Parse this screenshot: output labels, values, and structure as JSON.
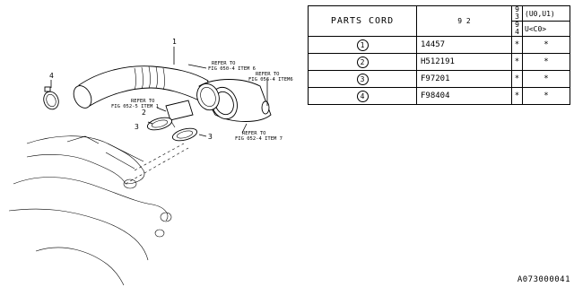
{
  "callouts": {
    "ref_1": "REFER TO",
    "ref_1b": "FIG 050-4 ITEM 6",
    "ref_2": "REFER TO",
    "ref_2b": "FIG 056-4 ITEM6",
    "ref_3": "REFER TO",
    "ref_3b": "FIG 052-5 ITEM 1",
    "ref_4": "REFER TO",
    "ref_4b": "FIG 052-4 ITEM 7",
    "n1": "1",
    "n2": "2",
    "n3a": "3",
    "n3b": "3",
    "n4": "4"
  },
  "table": {
    "title": "PARTS CORD",
    "year_col_a": "9 2",
    "year_col_b": "9 3",
    "year_col_c": "9 4",
    "model_a": "(U0,U1)",
    "model_b": "U<C0>",
    "rows": [
      {
        "idx": "1",
        "part": "14457",
        "m1": "*",
        "m2": "*"
      },
      {
        "idx": "2",
        "part": "H512191",
        "m1": "*",
        "m2": "*"
      },
      {
        "idx": "3",
        "part": "F97201",
        "m1": "*",
        "m2": "*"
      },
      {
        "idx": "4",
        "part": "F98404",
        "m1": "*",
        "m2": "*"
      }
    ]
  },
  "diagram_id": "A073000041"
}
